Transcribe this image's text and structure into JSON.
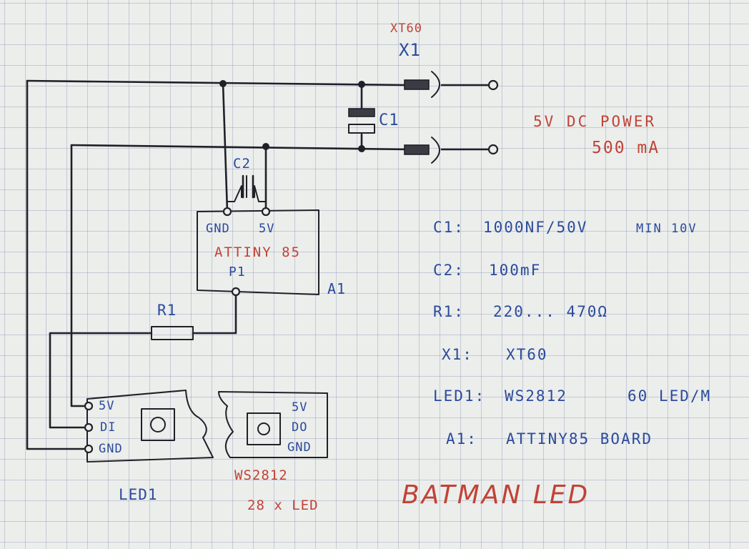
{
  "labels": {
    "xt60_top": "XT60",
    "x1": "X1",
    "c1": "C1",
    "c2": "C2",
    "power_line1": "5V DC POWER",
    "power_line2": "500 mA",
    "mcu_gnd": "GND",
    "mcu_5v": "5V",
    "mcu_name": "ATTINY 85",
    "mcu_p1": "P1",
    "a1": "A1",
    "r1": "R1",
    "led1_5v": "5V",
    "led1_di": "DI",
    "led1_gnd": "GND",
    "led2_5v": "5V",
    "led2_do": "DO",
    "led2_gnd": "GND",
    "led1": "LED1",
    "strip_type": "WS2812",
    "strip_count": "28 x LED",
    "title": "BATMAN LED"
  },
  "bom": [
    {
      "ref": "C1:",
      "value": "1000NF/50V",
      "extra": "MIN 10V"
    },
    {
      "ref": "C2:",
      "value": "100mF",
      "extra": ""
    },
    {
      "ref": "R1:",
      "value": "220... 470Ω",
      "extra": ""
    },
    {
      "ref": "X1:",
      "value": "XT60",
      "extra": ""
    },
    {
      "ref": "LED1:",
      "value": "WS2812",
      "extra": "60 LED/M"
    },
    {
      "ref": "A1:",
      "value": "ATTINY85 BOARD",
      "extra": ""
    }
  ],
  "colors": {
    "ink_blue": "#2b4a9c",
    "ink_red": "#c24236",
    "ink_black": "#1f2129",
    "paper": "#eceeec"
  }
}
